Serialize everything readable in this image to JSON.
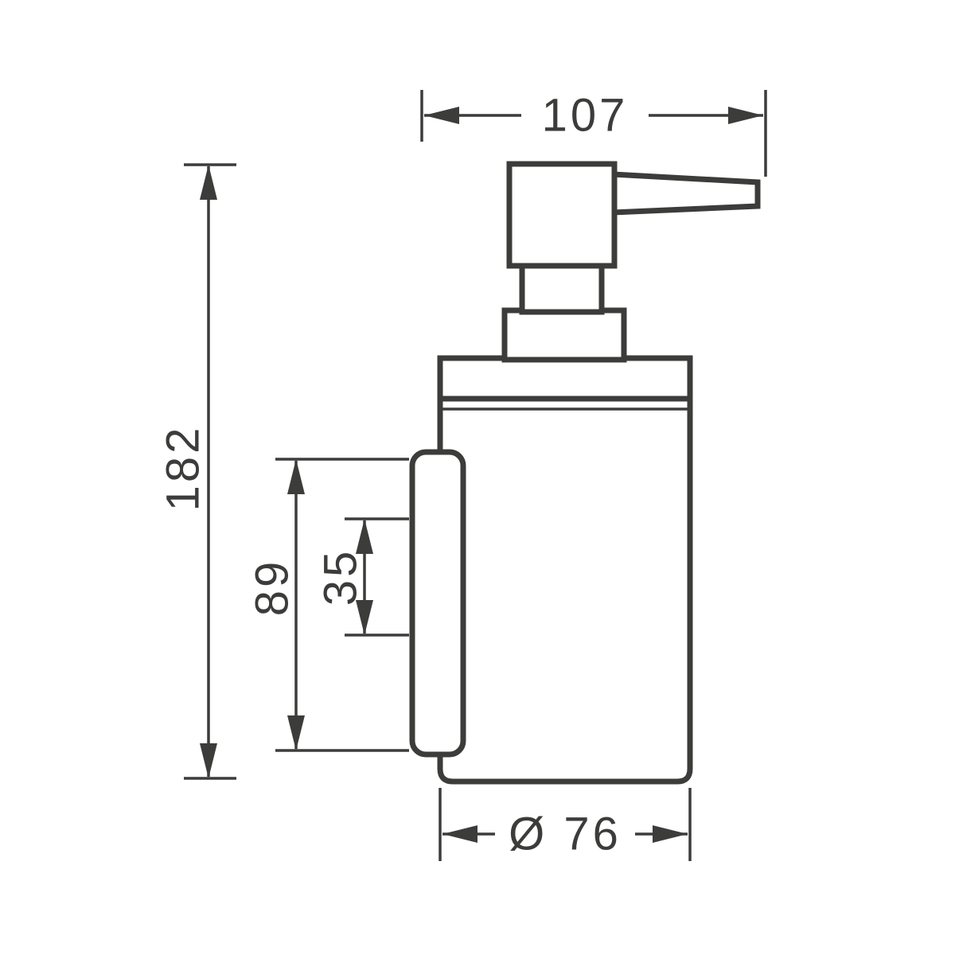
{
  "page": {
    "background": "#ffffff"
  },
  "drawing": {
    "line_color": "#3c3c3b",
    "labels": {
      "width_overall": "107",
      "height_overall": "182",
      "mount_plate_height": "89",
      "hole_spacing": "35",
      "body_diameter": "Ø 76"
    }
  }
}
